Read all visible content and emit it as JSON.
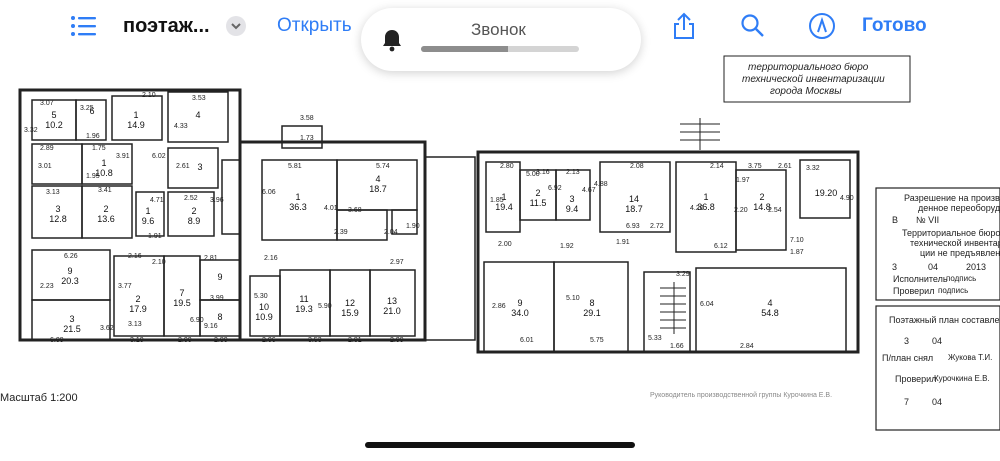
{
  "toolbar": {
    "title": "поэтаж...",
    "open_label": "Открыть",
    "done_label": "Готово",
    "icons": [
      "list-icon",
      "chevron-down-icon",
      "share-icon",
      "search-icon",
      "markup-icon"
    ]
  },
  "call_banner": {
    "label": "Звонок",
    "volume_fraction": 0.55,
    "icon": "bell-icon"
  },
  "stamp": {
    "lines": [
      "территориального бюро",
      "технической инвентаризации",
      "города Москвы"
    ]
  },
  "scale_text": "Масштаб 1:200",
  "footer_sign": "Руководитель производственной группы Курочкина Е.В.",
  "permission_panel": {
    "title": "Разрешение на произве...",
    "sub": "денное переоборудова...",
    "ref_prefix": "В",
    "ref_no": "№ VII",
    "bureau_l1": "Территориальное бюро",
    "bureau_l2": "технической инвентаризации",
    "bureau_l3": "ции не предъявлено",
    "date_day": "3",
    "date_month": "04",
    "date_year": "2013",
    "executor_label": "Исполнитель",
    "executor_sign": "подпись",
    "checked_label": "Проверил",
    "checked_sign": "подпись"
  },
  "plan_panel": {
    "title": "Поэтажный план составлен по со...",
    "date1_day": "3",
    "date1_month": "04",
    "taken_label": "П/план снял",
    "taken_name": "Жукова Т.И.",
    "checked_label": "Проверил",
    "checked_name": "Курочкина Е.В.",
    "date2_day": "7",
    "date2_month": "04"
  },
  "rooms": [
    {
      "n": "5",
      "a": "10.2"
    },
    {
      "n": "6",
      "a": ""
    },
    {
      "n": "1",
      "a": "14.9"
    },
    {
      "n": "4",
      "a": ""
    },
    {
      "n": "1",
      "a": "10.8"
    },
    {
      "n": "3",
      "a": ""
    },
    {
      "n": "2",
      "a": "13.6"
    },
    {
      "n": "3",
      "a": "12.8"
    },
    {
      "n": "1",
      "a": "9.6"
    },
    {
      "n": "2",
      "a": "8.9"
    },
    {
      "n": "1",
      "a": "36.3"
    },
    {
      "n": "4",
      "a": "18.7"
    },
    {
      "n": "1",
      "a": "19.4"
    },
    {
      "n": "2",
      "a": "11.5"
    },
    {
      "n": "3",
      "a": "9.4"
    },
    {
      "n": "14",
      "a": "18.7"
    },
    {
      "n": "1",
      "a": "36.8"
    },
    {
      "n": "2",
      "a": "14.8"
    },
    {
      "n": "9",
      "a": "20.3"
    },
    {
      "n": "3",
      "a": "21.5"
    },
    {
      "n": "2",
      "a": "17.9"
    },
    {
      "n": "7",
      "a": "19.5"
    },
    {
      "n": "9",
      "a": ""
    },
    {
      "n": "8",
      "a": ""
    },
    {
      "n": "10",
      "a": "10.9"
    },
    {
      "n": "11",
      "a": "19.3"
    },
    {
      "n": "12",
      "a": "15.9"
    },
    {
      "n": "13",
      "a": "21.0"
    },
    {
      "n": "9",
      "a": "34.0"
    },
    {
      "n": "8",
      "a": "29.1"
    },
    {
      "n": "4",
      "a": "54.8"
    },
    {
      "n": "",
      "a": "19.20"
    }
  ],
  "dims": [
    "3.07",
    "3.25",
    "2.10",
    "3.53",
    "3.32",
    "1.96",
    "2.89",
    "1.75",
    "3.91",
    "1.95",
    "3.01",
    "3.13",
    "3.41",
    "6.02",
    "4.71",
    "4.33",
    "2.61",
    "2.52",
    "3.96",
    "1.91",
    "6.26",
    "2.16",
    "2.10",
    "2.81",
    "2.16",
    "2.97",
    "2.23",
    "3.77",
    "3.99",
    "5.30",
    "5.90",
    "6.90",
    "3.62",
    "3.13",
    "6.09",
    "3.10",
    "2.00",
    "2.80",
    "2.06",
    "3.53",
    "2.81",
    "2.99",
    "3.58",
    "1.73",
    "5.81",
    "5.74",
    "6.06",
    "4.01",
    "3.68",
    "2.39",
    "2.04",
    "1.90",
    "2.80",
    "3.16",
    "2.13",
    "2.08",
    "2.14",
    "3.75",
    "2.61",
    "3.32",
    "1.85",
    "6.92",
    "4.67",
    "4.88",
    "5.00",
    "1.97",
    "2.20",
    "2.54",
    "4.90",
    "4.20",
    "1.91",
    "6.93",
    "2.72",
    "2.00",
    "1.92",
    "6.12",
    "7.10",
    "1.87",
    "3.29",
    "2.86",
    "5.10",
    "6.04",
    "6.01",
    "5.75",
    "5.33",
    "1.66",
    "2.84",
    "9.16",
    "2.67"
  ]
}
